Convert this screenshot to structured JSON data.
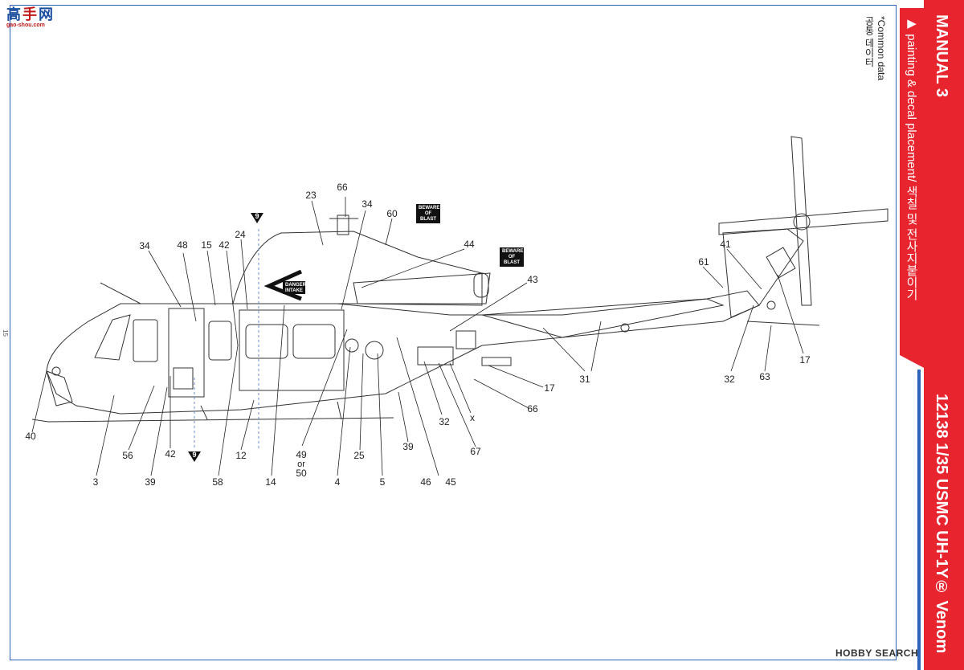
{
  "watermark": {
    "chars": [
      "高",
      "手",
      "网"
    ],
    "url": "gao-shou.com"
  },
  "page_number": "15",
  "common_data": {
    "en": "*Common data",
    "ko": "공통 데이터"
  },
  "sidebar": {
    "manual_title": "MANUAL 3",
    "section_title": "▶ painting & decal placement/ 색칠 및 전사지붙이기",
    "product_title": "12138 1/35 USMC UH-1Y® Venom"
  },
  "warning_decals": {
    "beware_blast_1": "BEWARE OF BLAST",
    "beware_blast_2": "BEWARE OF BLAST",
    "danger_intake": "DANGER INTAKE"
  },
  "markers": {
    "nine_top": "9",
    "nine_bottom": "9"
  },
  "callouts": {
    "c66_top": "66",
    "c23": "23",
    "c34_top": "34",
    "c60": "60",
    "c24": "24",
    "c42_top": "42",
    "c15": "15",
    "c48": "48",
    "c34_left": "34",
    "c44": "44",
    "c43": "43",
    "c61": "61",
    "c41": "41",
    "c17_tail": "17",
    "c32_tail": "32",
    "c63": "63",
    "c31": "31",
    "c17_mid": "17",
    "c66_low": "66",
    "c40": "40",
    "c3": "3",
    "c56": "56",
    "c39_left": "39",
    "c42_low": "42",
    "c58": "58",
    "c12": "12",
    "c14": "14",
    "c49": "49",
    "c49_or": "or",
    "c50": "50",
    "c4": "4",
    "c25": "25",
    "c5": "5",
    "c39_mid": "39",
    "c46": "46",
    "c45": "45",
    "c32_mid": "32",
    "cx": "x",
    "c67": "67"
  },
  "hobby_search": "HOBBY SEARCH"
}
